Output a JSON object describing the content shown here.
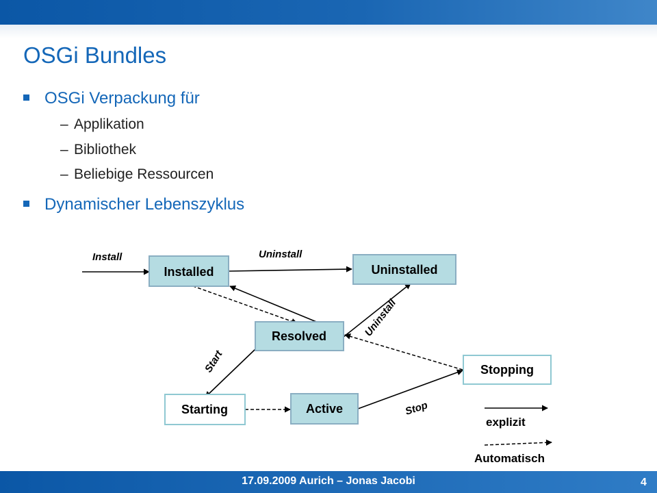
{
  "slide": {
    "title": "OSGi Bundles",
    "bullets": [
      {
        "text": "OSGi Verpackung für",
        "subs": [
          "Applikation",
          "Bibliothek",
          "Beliebige Ressourcen"
        ]
      },
      {
        "text": "Dynamischer Lebenszyklus"
      }
    ],
    "sub_marker": "–",
    "footer": "17.09.2009 Aurich – Jonas Jacobi",
    "page": "4"
  },
  "diagram": {
    "states": {
      "installed": "Installed",
      "uninstalled": "Uninstalled",
      "resolved": "Resolved",
      "stopping": "Stopping",
      "starting": "Starting",
      "active": "Active"
    },
    "labels": {
      "install": "Install",
      "uninstall_top": "Uninstall",
      "uninstall_diag": "Uninstall",
      "start": "Start",
      "stop": "Stop"
    },
    "legend": {
      "explicit": "explizit",
      "automatic": "Automatisch"
    },
    "colors": {
      "state_fill": "#b5dce2",
      "state_border": "#8aaec2",
      "light_fill": "#ffffff",
      "light_border": "#8fc8d2"
    }
  }
}
